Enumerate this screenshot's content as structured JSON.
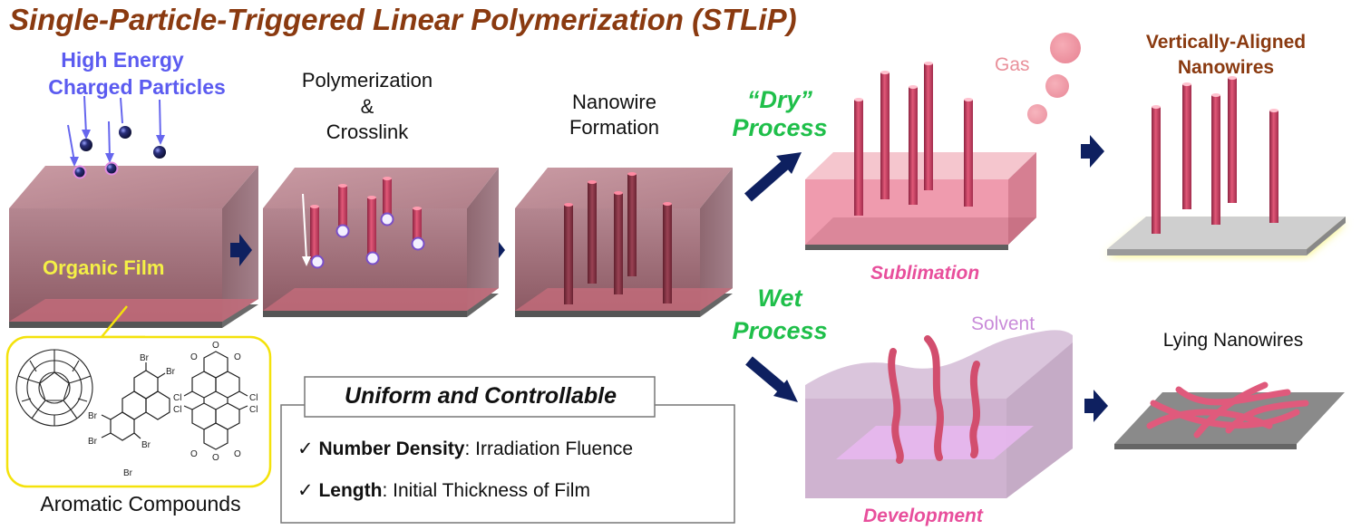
{
  "title": "Single-Particle-Triggered Linear Polymerization (STLiP)",
  "particles_label": [
    "High Energy",
    "Charged Particles"
  ],
  "film_label": "Organic Film",
  "compounds_label": "Aromatic Compounds",
  "molecule_labels": {
    "br": "Br",
    "cl": "Cl",
    "o": "O"
  },
  "step2_label": [
    "Polymerization",
    "&",
    "Crosslink"
  ],
  "step3_label": [
    "Nanowire",
    "Formation"
  ],
  "dry_label": [
    "“Dry”",
    "Process"
  ],
  "wet_label": [
    "Wet",
    "Process"
  ],
  "gas_label": "Gas",
  "sublimation_label": "Sublimation",
  "vertical_label": [
    "Vertically-Aligned",
    "Nanowires"
  ],
  "solvent_label": "Solvent",
  "development_label": "Development",
  "lying_label": "Lying Nanowires",
  "info_box": {
    "title": "Uniform and Controllable",
    "items": [
      {
        "check": "✓",
        "bold": "Number Density",
        "rest": ": Irradiation Fluence"
      },
      {
        "check": "✓",
        "bold": "Length",
        "rest": ": Initial Thickness of Film"
      }
    ]
  },
  "colors": {
    "title": "#8a3a10",
    "particles": "#5b5bf0",
    "process": "#1fbf4a",
    "step_name": "#e84f9c",
    "film": "#9c5f6a",
    "nanowire": "#e04870",
    "arrow": "#0e2060",
    "highlight": "#f4f046"
  }
}
